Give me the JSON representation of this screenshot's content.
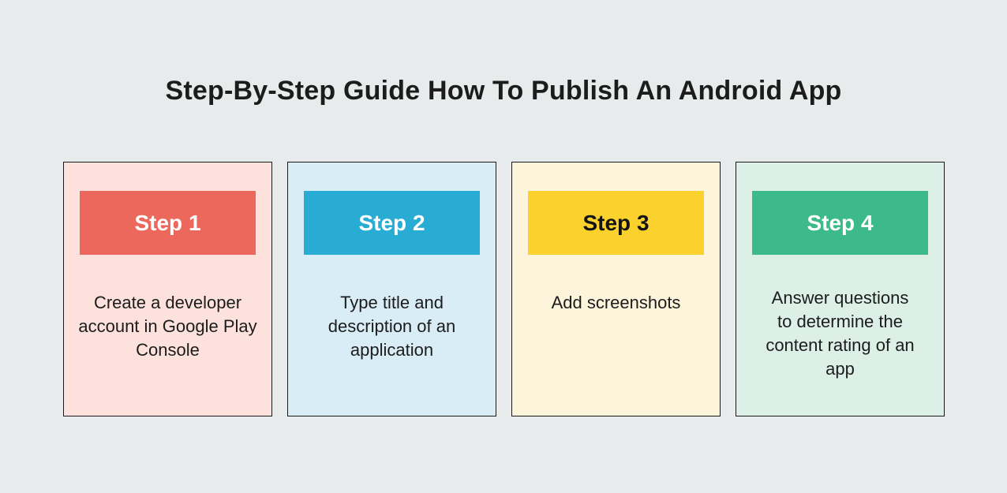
{
  "page": {
    "title": "Step-By-Step Guide How To Publish An Android App",
    "background_color": "#e8ebec",
    "card_border_color": "#1a1a1a",
    "body_text_color": "#1c1c1c"
  },
  "steps": [
    {
      "label": "Step 1",
      "description": "Create a developer account in Google Play Console",
      "card_bg": "#fde1dc",
      "header_bg": "#ec685c",
      "header_text_color": "#ffffff"
    },
    {
      "label": "Step 2",
      "description": "Type title and description of an application",
      "card_bg": "#d9edf7",
      "header_bg": "#29acd3",
      "header_text_color": "#ffffff"
    },
    {
      "label": "Step 3",
      "description": "Add screenshots",
      "card_bg": "#fdf5db",
      "header_bg": "#fbd12e",
      "header_text_color": "#141414"
    },
    {
      "label": "Step 4",
      "description": "Answer questions to determine the content rating of an app",
      "card_bg": "#dcf0e7",
      "header_bg": "#3dba8c",
      "header_text_color": "#ffffff"
    }
  ]
}
